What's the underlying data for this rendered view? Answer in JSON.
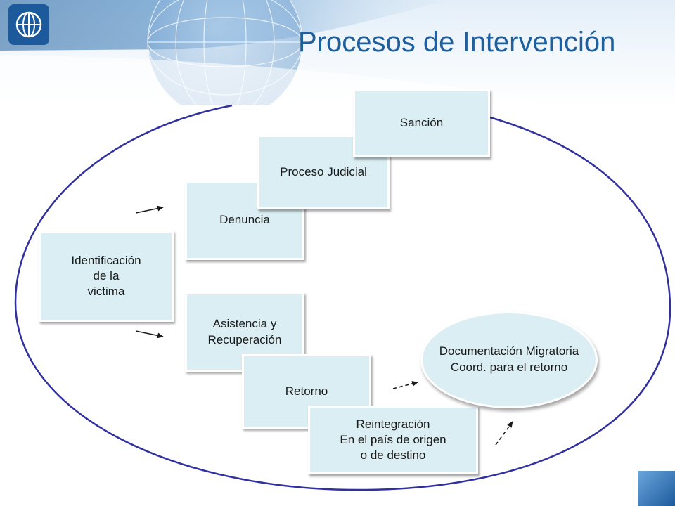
{
  "title": "Procesos de Intervención",
  "colors": {
    "title": "#1f5f9c",
    "box_fill": "#daeef3",
    "ellipse_stroke": "#3030a0",
    "brand_blue": "#1c5a9c"
  },
  "nodes": {
    "identificacion": [
      "Identificación",
      "de la",
      "victima"
    ],
    "denuncia": [
      "Denuncia"
    ],
    "proceso_judicial": [
      "Proceso Judicial"
    ],
    "sancion": [
      "Sanción"
    ],
    "asistencia": [
      "Asistencia y",
      "Recuperación"
    ],
    "retorno": [
      "Retorno"
    ],
    "reintegracion": [
      "Reintegración",
      "En el país de origen",
      "o de destino"
    ],
    "documentacion": [
      "Documentación",
      "Migratoria",
      "Coord. para el",
      "retorno"
    ]
  },
  "icons": {
    "logo": "iom-globe-logo-icon"
  }
}
